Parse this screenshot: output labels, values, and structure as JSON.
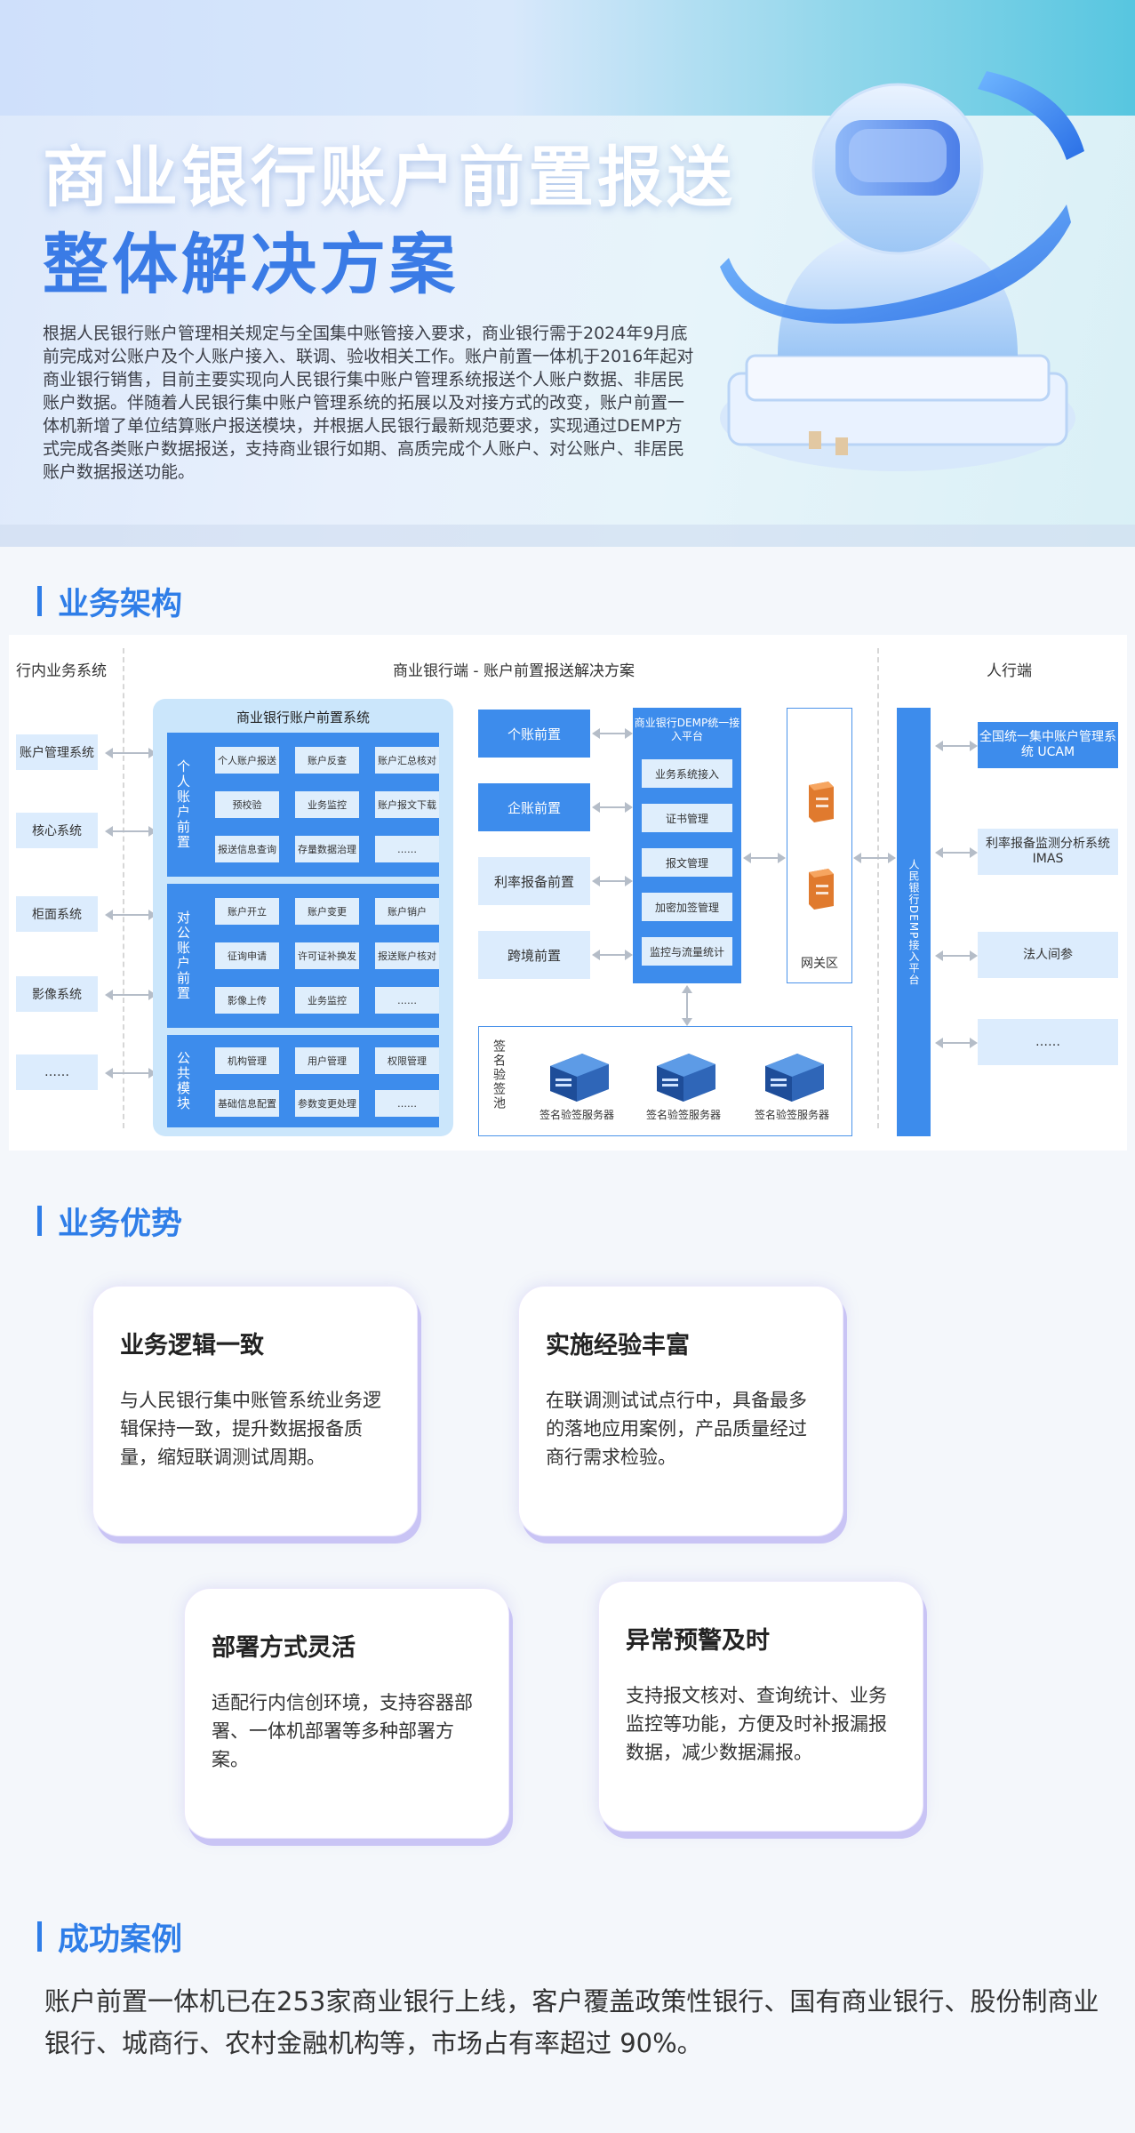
{
  "hero": {
    "title_line1": "商业银行账户前置报送",
    "title_line2": "整体解决方案",
    "intro": "根据人民银行账户管理相关规定与全国集中账管接入要求，商业银行需于2024年9月底前完成对公账户及个人账户接入、联调、验收相关工作。账户前置一体机于2016年起对商业银行销售，目前主要实现向人民银行集中账户管理系统报送个人账户数据、非居民账户数据。伴随着人民银行集中账户管理系统的拓展以及对接方式的改变，账户前置一体机新增了单位结算账户报送模块，并根据人民银行最新规范要求，实现通过DEMP方式完成各类账户数据报送，支持商业银行如期、高质完成个人账户、对公账户、非居民账户数据报送功能。"
  },
  "architecture": {
    "heading": "业务架构",
    "col_left": "行内业务系统",
    "col_middle": "商业银行端 - 账户前置报送解决方案",
    "col_right": "人行端",
    "left_systems": [
      "账户管理系统",
      "核心系统",
      "柜面系统",
      "影像系统",
      "……"
    ],
    "system_title": "商业银行账户前置系统",
    "groups": [
      {
        "label": "个人账户前置",
        "cells": [
          "个人账户报送",
          "账户反查",
          "账户汇总核对",
          "预校验",
          "业务监控",
          "账户报文下载",
          "报送信息查询",
          "存量数据治理",
          "……"
        ]
      },
      {
        "label": "对公账户前置",
        "cells": [
          "账户开立",
          "账户变更",
          "账户销户",
          "征询申请",
          "许可证补换发",
          "报送账户核对",
          "影像上传",
          "业务监控",
          "……"
        ]
      },
      {
        "label": "公共模块",
        "cells": [
          "机构管理",
          "用户管理",
          "权限管理",
          "基础信息配置",
          "参数变更处理",
          "……"
        ]
      }
    ],
    "front_modules": [
      "个账前置",
      "企账前置",
      "利率报备前置",
      "跨境前置"
    ],
    "demp_title": "商业银行DEMP统一接入平台",
    "demp_cells": [
      "业务系统接入",
      "证书管理",
      "报文管理",
      "加密加签管理",
      "监控与流量统计"
    ],
    "gateway_label": "网关区",
    "pboc_platform": "人民银行DEMP接入平台",
    "right_systems": [
      "全国统一集中账户管理系统 UCAM",
      "利率报备监测分析系统 IMAS",
      "法人间参",
      "……"
    ],
    "pool_label": "签名验签池",
    "pool_servers": [
      "签名验签服务器",
      "签名验签服务器",
      "签名验签服务器"
    ]
  },
  "advantages": {
    "heading": "业务优势",
    "cards": [
      {
        "title": "业务逻辑一致",
        "body": "与人民银行集中账管系统业务逻辑保持一致，提升数据报备质量，缩短联调测试周期。"
      },
      {
        "title": "实施经验丰富",
        "body": "在联调测试试点行中，具备最多的落地应用案例，产品质量经过商行需求检验。"
      },
      {
        "title": "部署方式灵活",
        "body": "适配行内信创环境，支持容器部署、一体机部署等多种部署方案。"
      },
      {
        "title": "异常预警及时",
        "body": "支持报文核对、查询统计、业务监控等功能，方便及时补报漏报数据，减少数据漏报。"
      }
    ]
  },
  "cases": {
    "heading": "成功案例",
    "body": "账户前置一体机已在253家商业银行上线，客户覆盖政策性银行、国有商业银行、股份制商业银行、城商行、农村金融机构等，市场占有率超过 90%。"
  },
  "colors": {
    "primary": "#2f7ee8",
    "module_blue": "#3d8cec",
    "module_light": "#dcecfd",
    "card_shadow": "#c9c4f5"
  }
}
